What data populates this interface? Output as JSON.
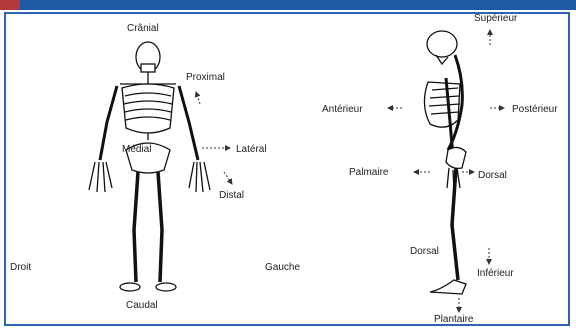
{
  "colors": {
    "frame": "#2f63b0",
    "topbar": "#1f5aa6",
    "accent": "#b23a3a"
  },
  "front_view": {
    "cranial": "Crânial",
    "proximal": "Proximal",
    "medial": "Médial",
    "lateral": "Latéral",
    "distal": "Distal",
    "droit": "Droit",
    "gauche": "Gauche",
    "caudal": "Caudal"
  },
  "side_view": {
    "superieur": "Supérieur",
    "anterieur": "Antérieur",
    "posterieur": "Postérieur",
    "palmaire": "Palmaire",
    "dorsal_hand": "Dorsal",
    "dorsal_foot": "Dorsal",
    "inferieur": "Inférieur",
    "plantaire": "Plantaire"
  }
}
